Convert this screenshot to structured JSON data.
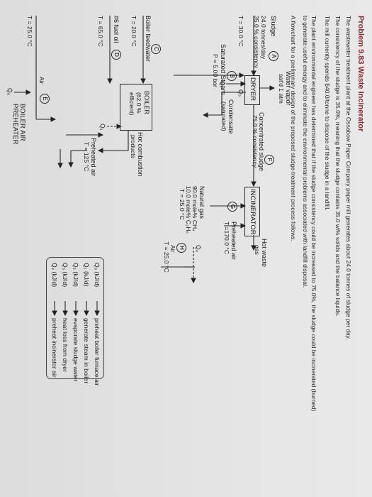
{
  "problem": {
    "title": "Problem 9.83 Waste Incinerator",
    "paragraphs": [
      "The wastewater treatment plant at the Ossabow Paper Company paper mill generates about 24.0 tonnes of sludge per day.",
      "The consistency of the sludge is 35.0%, meaning that the sludge contains 35.0 wt% solids and the balance liquids.",
      "The mill currently spends $40.0/tonne to dispose of the sludge in a landfill.",
      "The plant environmental engineer has determined that if the sludge consistency could be increased to 75.0%, the sludge could be incinerated (burned)",
      "to generate useful energy and to eliminate the environmental problems associated with landfill disposal.",
      "A flowchart for a preliminary design of the proposed sludge-treatment process follows."
    ]
  },
  "flowchart": {
    "sludge": {
      "title": "Sludge",
      "id": "A",
      "line1": "24.0 tonnes/day",
      "line2": "35.0 % consistency",
      "line3": "T = 30.0 °C"
    },
    "water_vapor": {
      "line1": "Water vapor",
      "line2": "sat'd 1 atm"
    },
    "dryer": {
      "label": "DRYER",
      "q": "Q̇₂"
    },
    "concentrated": {
      "id": "F",
      "line1": "Concentrated sludge",
      "line2": "75.0 % consistency"
    },
    "incinerator": {
      "label": "INCINERATOR"
    },
    "hot_waste": {
      "line1": "Hot waste",
      "line2": "gas"
    },
    "preheated_air_inc": {
      "line1": "Preheated air",
      "line2": "T =170.0 °C",
      "q": "Q̇₄"
    },
    "steam": {
      "id": "B",
      "line1": "Saturated Steam",
      "line2": "P =   5.00 bar",
      "q": "Q̇₃"
    },
    "condensate": {
      "line1": "Condensate",
      "line2": "(saturated)"
    },
    "natural_gas": {
      "id": "G",
      "line1": "Natural gas",
      "line2": "90.0 mole% CH₄",
      "line3": "10.0 mole% C₂H₆",
      "line4": "T =  25.0 °C"
    },
    "air_h": {
      "id": "H",
      "line1": "Air",
      "line2": "T = 25.0 °C"
    },
    "feedwater": {
      "id": "C",
      "line1": "Boiler feedwater",
      "line2": "T = 20.0 °C"
    },
    "boiler": {
      "line1": "BOILER",
      "line2": "(62.0 %",
      "line3": "efficient)",
      "q": "Q̇₁"
    },
    "fuel_oil": {
      "id": "D",
      "line1": "#6 fuel oil",
      "line2": "T = 65.0 °C"
    },
    "combustion": {
      "line1": "Hot combustion",
      "line2": "products"
    },
    "air_e": {
      "id": "E",
      "line1": "Air",
      "line2": "T = 25.0 °C"
    },
    "preheated_air_boiler": {
      "line1": "Preheated air",
      "line2": "T = 125 °C"
    },
    "air_preheater": {
      "line1": "BOILER AIR",
      "line2": "PREHEATER",
      "q": "Q̇₀"
    },
    "legend": [
      {
        "symbol": "Q̇₀ (kJ/d)",
        "desc": "preheat boiler furnace air"
      },
      {
        "symbol": "Q̇₁ (kJ/d)",
        "desc": "generate steam in boiler"
      },
      {
        "symbol": "Q̇₂ (kJ/d)",
        "desc": "evaporate sludge water"
      },
      {
        "symbol": "Q̇₃ (kJ/d)",
        "desc": "heat loss from dryer"
      },
      {
        "symbol": "Q̇₄ (kJ/d)",
        "desc": "preheat incinerator air"
      }
    ]
  }
}
